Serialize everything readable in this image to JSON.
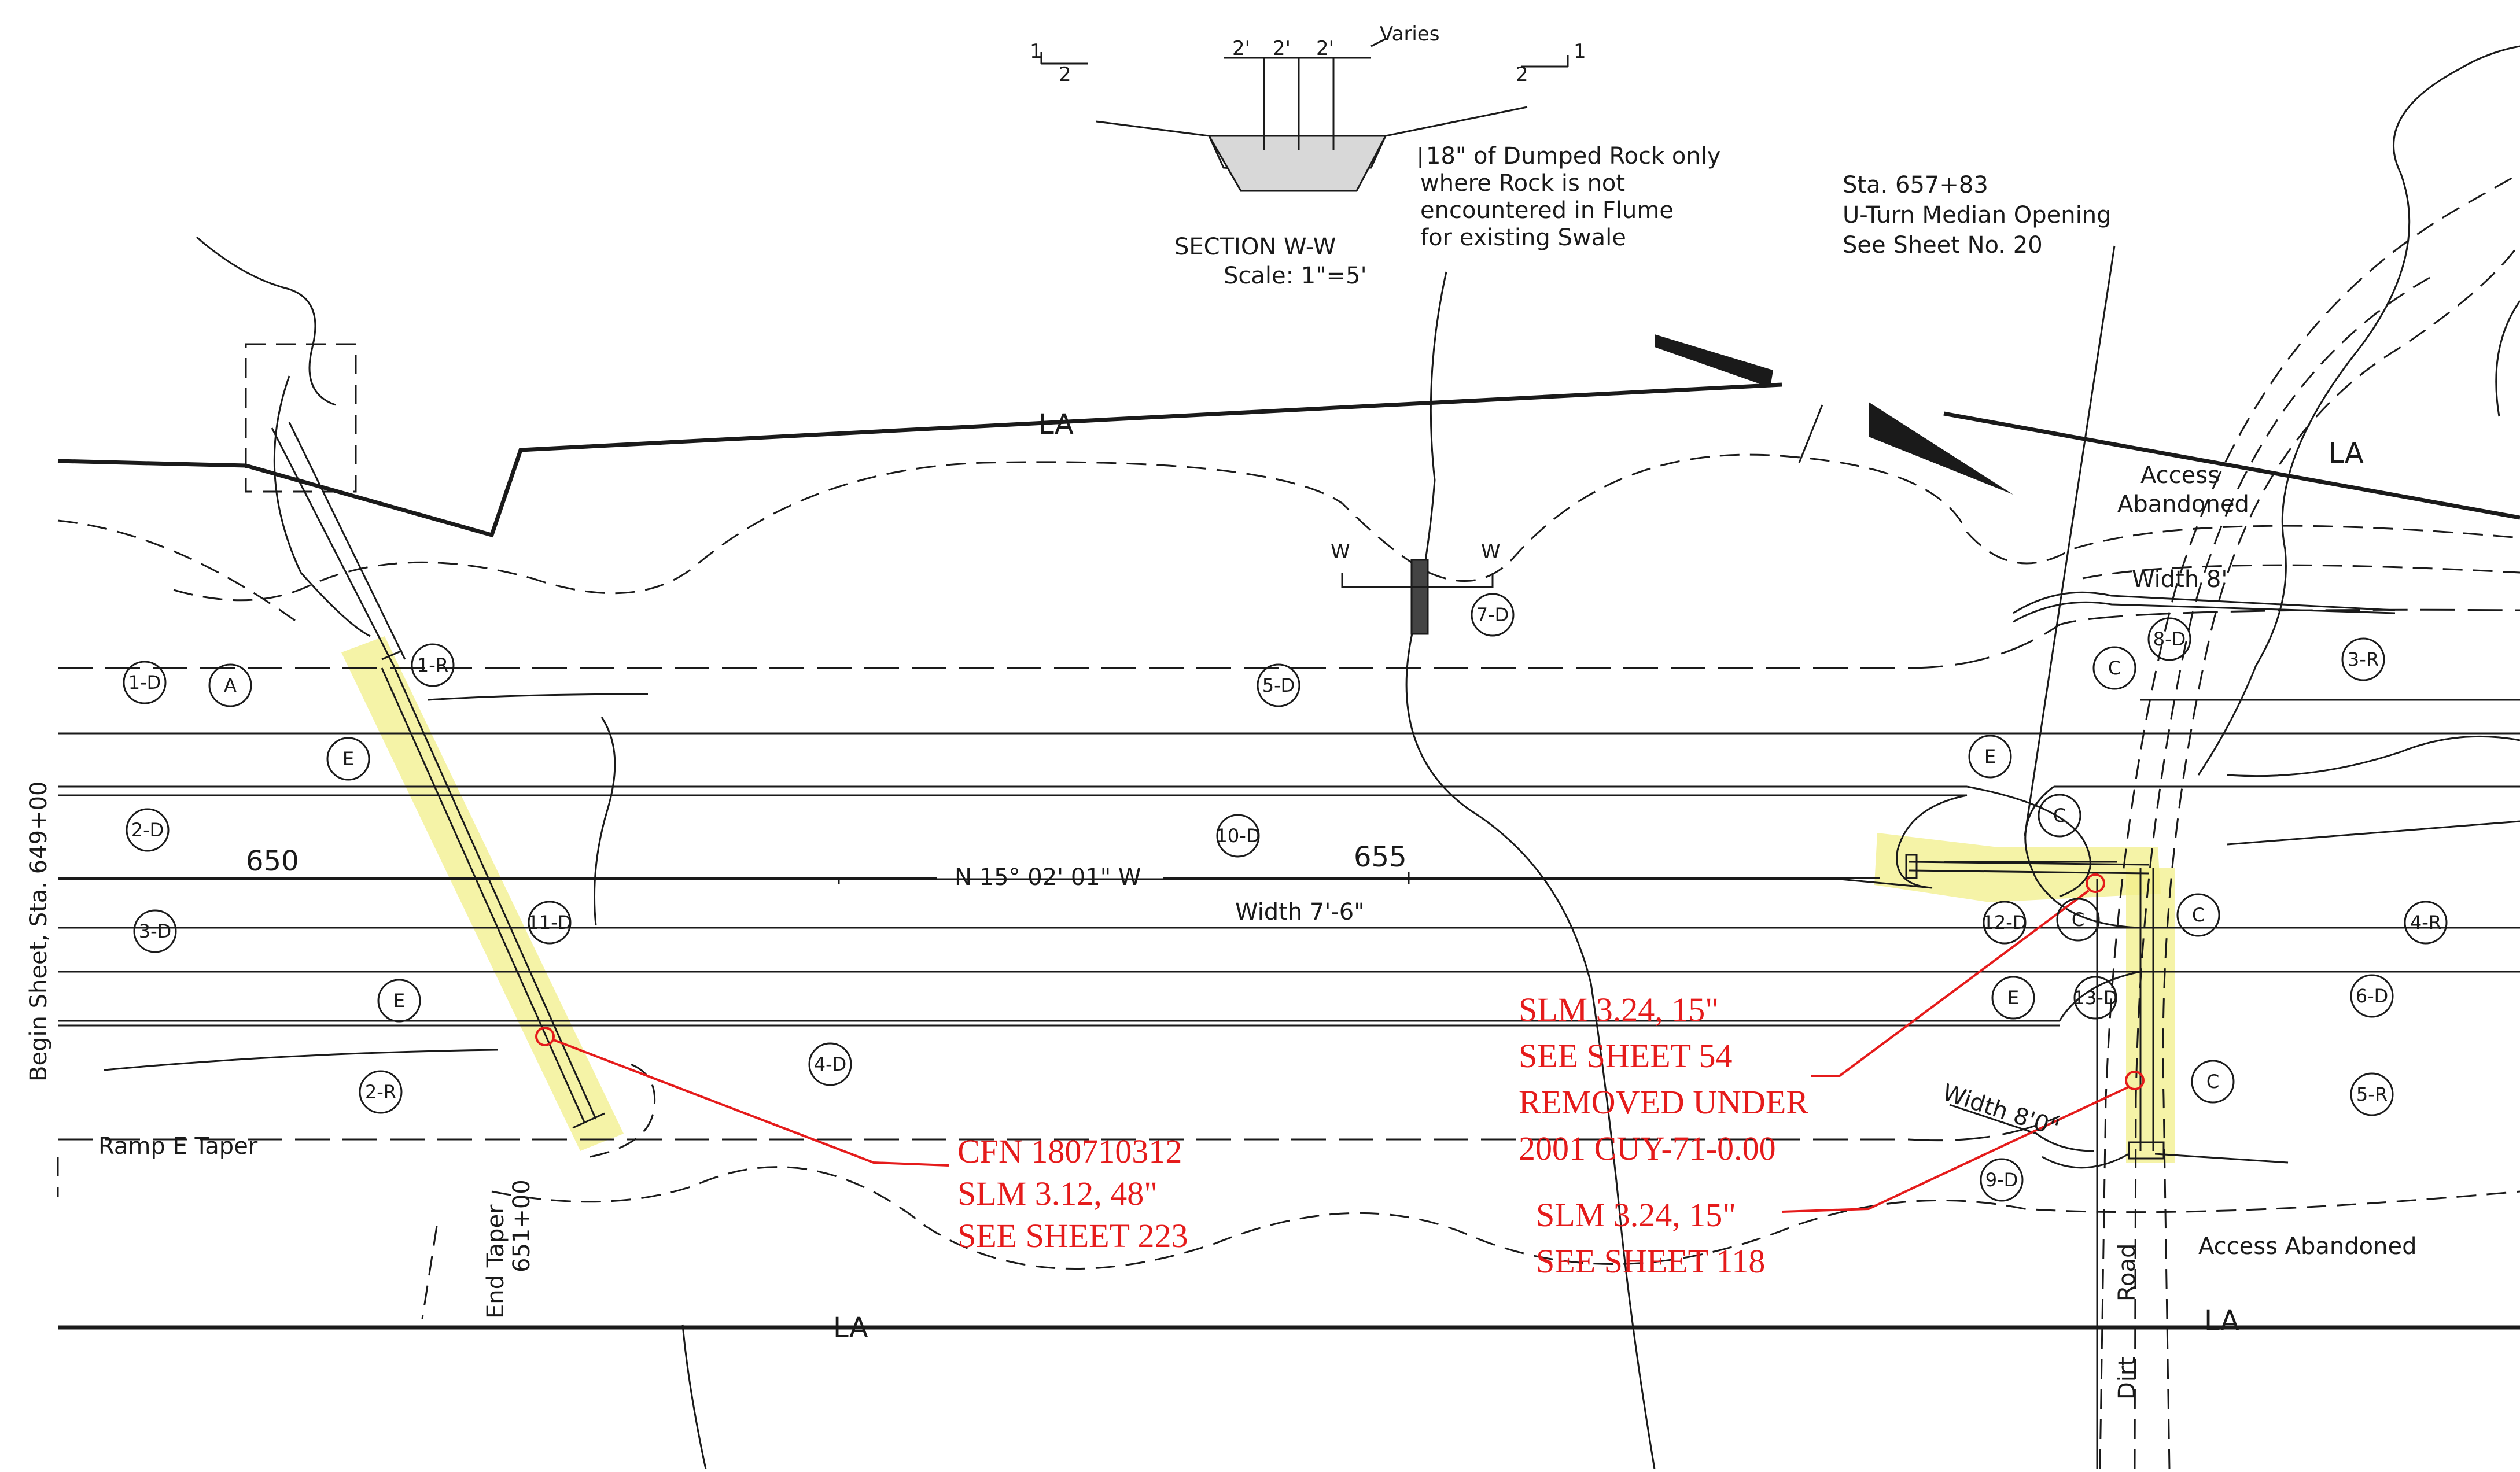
{
  "colors": {
    "linework": "#1a1a1a",
    "annotation_red": "#e51b1b",
    "highlight_yellow": "#f2ef8a",
    "background": "#ffffff"
  },
  "section": {
    "title": "SECTION W-W",
    "scale": "Scale: 1\"=5'",
    "dim_2a": "2'",
    "dim_2b": "2'",
    "dim_2c": "2'",
    "varies": "Varies",
    "slope_left_1": "1",
    "slope_left_2": "2",
    "slope_right_1": "1",
    "slope_right_2": "2",
    "note_1": "18\" of Dumped Rock only",
    "note_2": "where Rock is not",
    "note_3": "encountered in Flume",
    "note_4": "for existing Swale"
  },
  "station_note": {
    "line1": "Sta. 657+83",
    "line2": "U-Turn Median Opening",
    "line3": "See Sheet No. 20"
  },
  "labels": {
    "la_top_left": "LA",
    "la_top_right": "LA",
    "la_bottom_left": "LA",
    "la_bottom_right": "LA",
    "access_top": "Access",
    "abandoned_top": "Abandoned",
    "access_abandoned_bottom": "Access Abandoned",
    "width_top": "Width 8'",
    "width_median": "Width 7'-6\"",
    "width_ramp": "Width 8'0\"",
    "bearing": "N 15° 02' 01\" W",
    "station_650": "650",
    "station_655": "655",
    "begin_sheet": "Begin Sheet, Sta. 649+00",
    "ramp_taper": "Ramp E Taper",
    "end_taper_1": "End Taper",
    "end_taper_2": "651+00",
    "dirt_road_1": "Road",
    "dirt_road_2": "Dirt",
    "section_cut_w1": "W",
    "section_cut_w2": "W"
  },
  "callouts": [
    "1-D",
    "A",
    "1-R",
    "E",
    "2-D",
    "3-D",
    "E",
    "2-R",
    "5-D",
    "7-D",
    "10-D",
    "11-D",
    "4-D",
    "E",
    "C",
    "12-D",
    "C",
    "C",
    "13-D",
    "E",
    "C",
    "8-D",
    "C",
    "3-R",
    "4-R",
    "6-D",
    "5-R",
    "9-D"
  ],
  "annotations": {
    "cfn_1": "CFN 180710312",
    "cfn_2": "SLM 3.12, 48\"",
    "cfn_3": "SEE SHEET 223",
    "slm54_1": "SLM 3.24, 15\"",
    "slm54_2": "SEE SHEET 54",
    "slm54_3": "REMOVED UNDER",
    "slm54_4": "2001 CUY-71-0.00",
    "slm118_1": "SLM 3.24, 15\"",
    "slm118_2": "SEE SHEET 118"
  }
}
